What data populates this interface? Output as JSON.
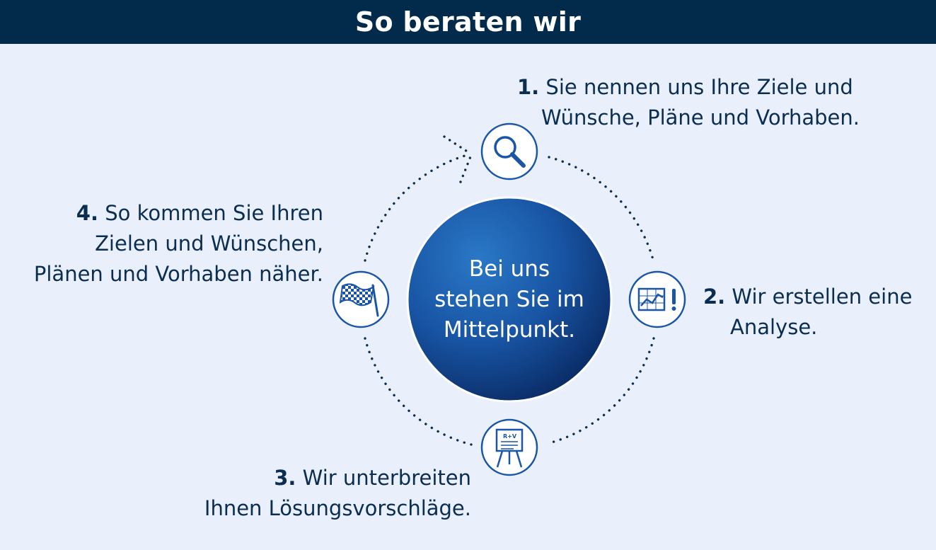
{
  "header": {
    "title": "So beraten wir"
  },
  "center": {
    "lines": [
      "Bei uns",
      "stehen Sie im",
      "Mittelpunkt."
    ]
  },
  "steps": [
    {
      "number": "1.",
      "lines": [
        "Sie nennen uns Ihre Ziele und",
        "Wünsche, Pläne und Vorhaben."
      ],
      "icon": "magnifier-icon"
    },
    {
      "number": "2.",
      "lines": [
        "Wir erstellen eine",
        "Analyse."
      ],
      "icon": "analysis-chart-icon"
    },
    {
      "number": "3.",
      "lines": [
        "Wir unterbreiten",
        "Ihnen Lösungsvorschläge."
      ],
      "icon": "presentation-board-icon",
      "board_label": "R+V"
    },
    {
      "number": "4.",
      "lines": [
        "So kommen Sie Ihren",
        "Zielen und Wünschen,",
        "Plänen und Vorhaben näher."
      ],
      "icon": "checkered-flag-icon"
    }
  ],
  "colors": {
    "background": "#e9f0fb",
    "header": "#022a4b",
    "text": "#0b2d50",
    "accent": "#1a56a5",
    "center_light": "#1e64b4",
    "center_dark": "#0b2f6a"
  }
}
